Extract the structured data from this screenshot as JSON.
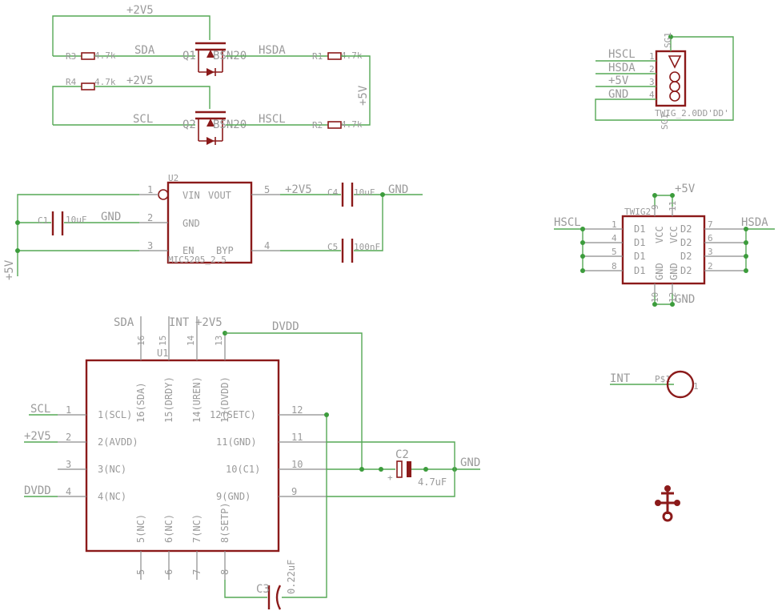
{
  "level_shifter": {
    "supply_top": "+2V5",
    "supply_bottom": "+2V5",
    "r3": {
      "ref": "R3",
      "value": "4.7k"
    },
    "r4": {
      "ref": "R4",
      "value": "4.7k"
    },
    "r1": {
      "ref": "R1",
      "value": "4.7k"
    },
    "r2": {
      "ref": "R2",
      "value": "4.7k"
    },
    "sda": "SDA",
    "scl": "SCL",
    "hsda": "HSDA",
    "hscl": "HSCL",
    "q1": "Q1",
    "q2": "Q2",
    "q_part_top": "BSN20",
    "q_part_bottom": "BSN20",
    "plus5v": "+5V"
  },
  "connector": {
    "ref_top": "SG1",
    "ref_side": "SG1",
    "part": "TWIG_2.0DD'DD'",
    "pin_labels": [
      "HSCL",
      "HSDA",
      "+5V",
      "GND"
    ],
    "pin_numbers": [
      "1",
      "2",
      "3",
      "4"
    ]
  },
  "regulator": {
    "ref": "U2",
    "part": "MIC5205_2.5",
    "pins": {
      "vin": "VIN",
      "vout": "VOUT",
      "gnd": "GND",
      "en": "EN",
      "byp": "BYP"
    },
    "pin_numbers": {
      "p1": "1",
      "p2": "2",
      "p3": "3",
      "p4": "4",
      "p5": "5"
    },
    "c1": {
      "ref": "C1",
      "value": "10uF"
    },
    "c4": {
      "ref": "C4",
      "value": "10uF"
    },
    "c5": {
      "ref": "C5",
      "value": "100nF"
    },
    "gnd_left": "GND",
    "gnd_right": "GND",
    "out_net": "+2V5",
    "in_net": "+5V"
  },
  "twig2": {
    "ref": "TWIG2",
    "plus5v": "+5V",
    "gnd": "GND",
    "hscl": "HSCL",
    "hsda": "HSDA",
    "left_pins": [
      "1",
      "4",
      "5",
      "8"
    ],
    "right_pins": [
      "7",
      "6",
      "3",
      "2"
    ],
    "left_names": [
      "D1",
      "D1",
      "D1",
      "D1"
    ],
    "right_names": [
      "D2",
      "D2",
      "D2",
      "D2"
    ],
    "inner_top": [
      "VCC",
      "VCC"
    ],
    "inner_bottom": [
      "GND",
      "GND"
    ],
    "top_pins": [
      "9",
      "11"
    ],
    "bottom_pins": [
      "10",
      "12"
    ]
  },
  "int_pad": {
    "net": "INT",
    "ref": "P$1",
    "pin": "1"
  },
  "sensor": {
    "ref": "U1",
    "top_nets": [
      "SDA",
      "INT",
      "+2V5"
    ],
    "dvdd_net": "DVDD",
    "top_pins": [
      "16",
      "15",
      "14",
      "13"
    ],
    "top_names": [
      "16(SDA)",
      "15(DRDY)",
      "14(UREN)",
      "13(DVDD)"
    ],
    "left_nets": [
      "SCL",
      "+2V5",
      "",
      "DVDD"
    ],
    "left_pins": [
      "1",
      "2",
      "3",
      "4"
    ],
    "left_names": [
      "1(SCL)",
      "2(AVDD)",
      "3(NC)",
      "4(NC)"
    ],
    "right_pins": [
      "12",
      "11",
      "10",
      "9"
    ],
    "right_names": [
      "12(SETC)",
      "11(GND)",
      "10(C1)",
      "9(GND)"
    ],
    "bottom_pins": [
      "5",
      "6",
      "7",
      "8"
    ],
    "bottom_names": [
      "5(NC)",
      "6(NC)",
      "7(NC)",
      "8(SETP)"
    ],
    "c2": {
      "ref": "C2",
      "value": "4.7uF"
    },
    "c3": {
      "ref": "C3",
      "value": "0.22uF"
    },
    "gnd": "GND"
  }
}
